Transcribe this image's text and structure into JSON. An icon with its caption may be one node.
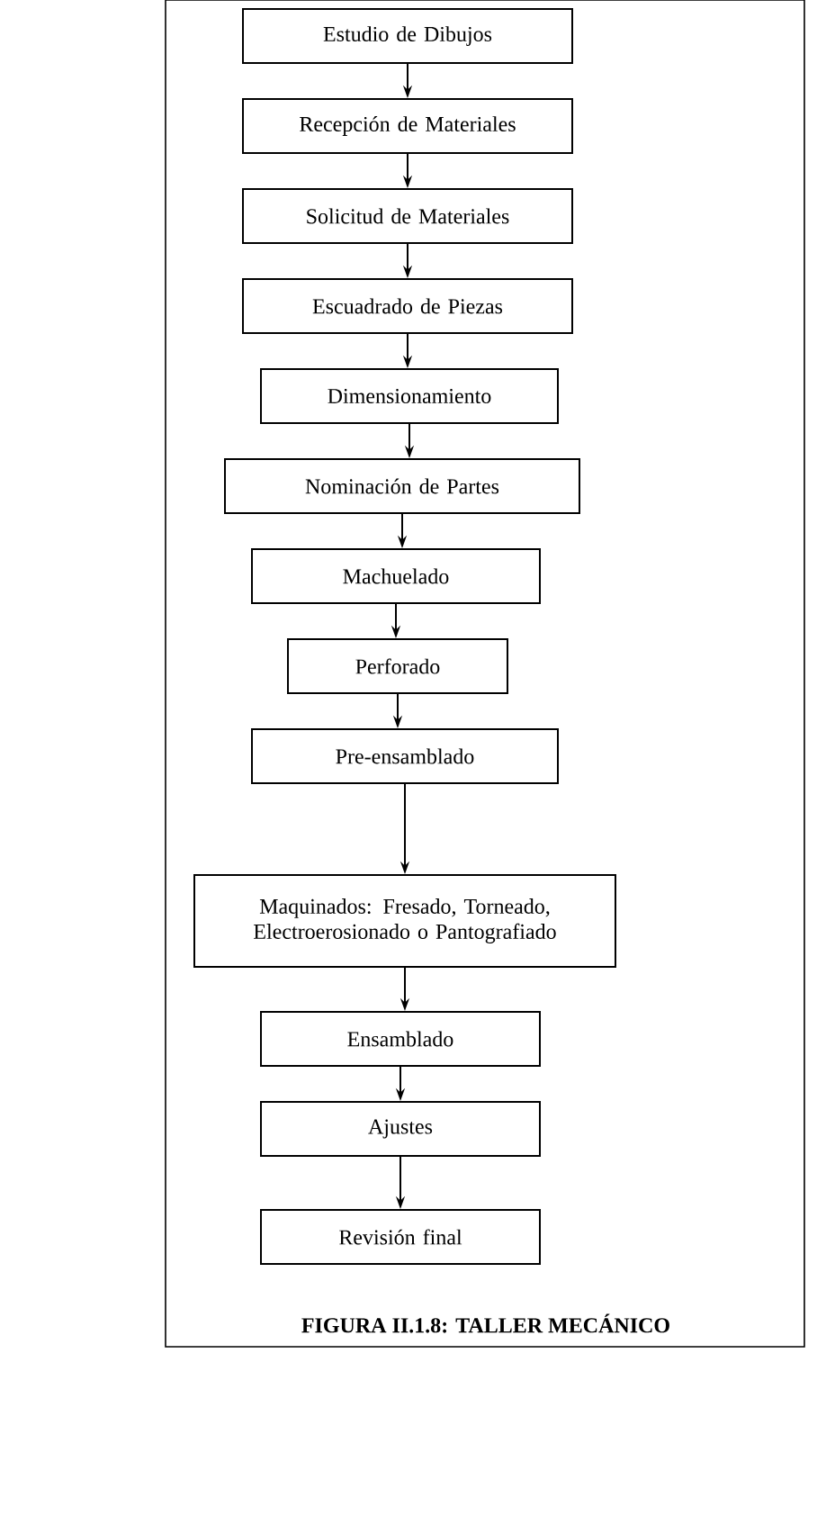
{
  "diagram": {
    "caption": "FIGURA II.1.8: TALLER MECÁNICO",
    "nodes": [
      {
        "text": [
          "Estudio de Dibujos"
        ]
      },
      {
        "text": [
          "Recepción de Materiales"
        ]
      },
      {
        "text": [
          "Solicitud de Materiales"
        ]
      },
      {
        "text": [
          "Escuadrado de Piezas"
        ]
      },
      {
        "text": [
          "Dimensionamiento"
        ]
      },
      {
        "text": [
          "Nominación de Partes"
        ]
      },
      {
        "text": [
          "Machuelado"
        ]
      },
      {
        "text": [
          "Perforado"
        ]
      },
      {
        "text": [
          "Pre-ensamblado"
        ]
      },
      {
        "text": [
          "Maquinados: Fresado, Torneado, Electroerosionado o Pantografiado"
        ]
      },
      {
        "text": [
          "Ensamblado"
        ]
      },
      {
        "text": [
          "Ajustes"
        ]
      },
      {
        "text": [
          "Revisión final"
        ]
      }
    ],
    "edges": [
      {
        "from": 0,
        "to": 1,
        "arrow": "to"
      },
      {
        "from": 1,
        "to": 2,
        "arrow": "to"
      },
      {
        "from": 2,
        "to": 3,
        "arrow": "to"
      },
      {
        "from": 3,
        "to": 4,
        "arrow": "to"
      },
      {
        "from": 4,
        "to": 5,
        "arrow": "to"
      },
      {
        "from": 5,
        "to": 6,
        "arrow": "to"
      },
      {
        "from": 6,
        "to": 7,
        "arrow": "to"
      },
      {
        "from": 7,
        "to": 8,
        "arrow": "to"
      },
      {
        "from": 8,
        "to": 9,
        "arrow": "to"
      },
      {
        "from": 9,
        "to": 10,
        "arrow": "to"
      },
      {
        "from": 10,
        "to": 11,
        "arrow": "to"
      },
      {
        "from": 11,
        "to": 12,
        "arrow": "to"
      }
    ]
  }
}
